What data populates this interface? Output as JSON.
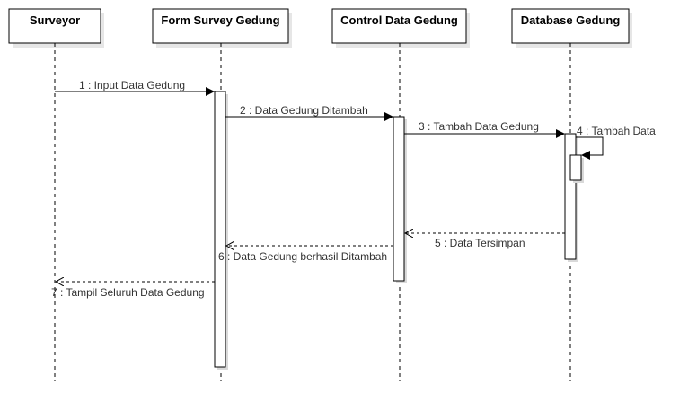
{
  "lifelines": [
    {
      "id": "surveyor",
      "label": "Surveyor"
    },
    {
      "id": "form",
      "label": "Form Survey Gedung"
    },
    {
      "id": "control",
      "label": "Control Data Gedung"
    },
    {
      "id": "database",
      "label": "Database Gedung"
    }
  ],
  "messages": [
    {
      "label": "1 : Input Data Gedung",
      "from": "surveyor",
      "to": "form",
      "kind": "sync"
    },
    {
      "label": "2 : Data Gedung Ditambah",
      "from": "form",
      "to": "control",
      "kind": "sync"
    },
    {
      "label": "3 : Tambah Data Gedung",
      "from": "control",
      "to": "database",
      "kind": "sync"
    },
    {
      "label": "4 : Tambah Data",
      "from": "database",
      "to": "database",
      "kind": "self"
    },
    {
      "label": "5 : Data Tersimpan",
      "from": "database",
      "to": "control",
      "kind": "reply"
    },
    {
      "label": "6 : Data Gedung berhasil Ditambah",
      "from": "control",
      "to": "form",
      "kind": "reply"
    },
    {
      "label": "7 : Tampil Seluruh Data Gedung",
      "from": "form",
      "to": "surveyor",
      "kind": "reply"
    }
  ]
}
